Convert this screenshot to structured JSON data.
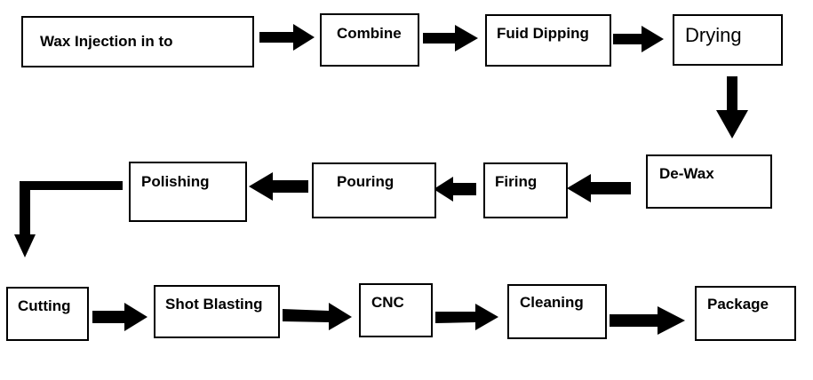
{
  "flowchart": {
    "steps": [
      "Wax Injection in to",
      "Combine",
      "Fuid Dipping",
      "Drying",
      "De-Wax",
      "Firing",
      "Pouring",
      "Polishing",
      "Cutting",
      "Shot Blasting",
      "CNC",
      "Cleaning",
      "Package"
    ]
  }
}
